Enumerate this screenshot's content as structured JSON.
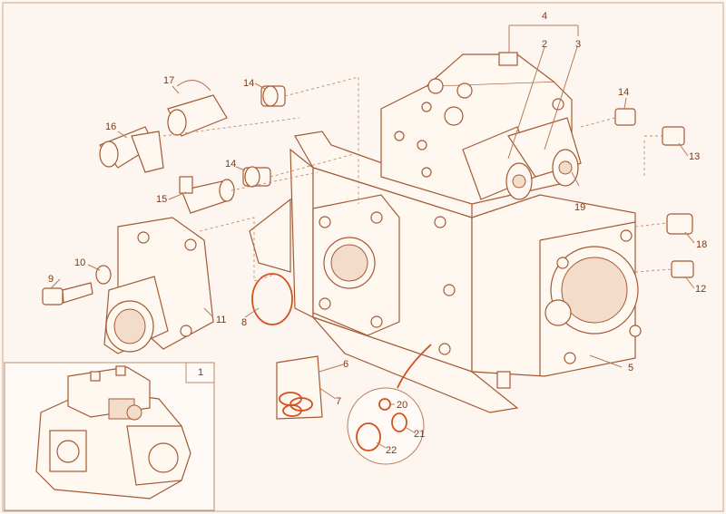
{
  "colors": {
    "background": "#fdf6f0",
    "line": "#a35a33",
    "label": "#7a3a18",
    "seal": "#d2521c"
  },
  "labels": {
    "l1": "1",
    "l2": "2",
    "l3": "3",
    "l4": "4",
    "l5": "5",
    "l6": "6",
    "l7": "7",
    "l8": "8",
    "l9": "9",
    "l10": "10",
    "l11": "11",
    "l12": "12",
    "l13": "13",
    "l14a": "14",
    "l14b": "14",
    "l14c": "14",
    "l15": "15",
    "l16": "16",
    "l17": "17",
    "l18": "18",
    "l19": "19",
    "l20": "20",
    "l21": "21",
    "l22": "22"
  }
}
